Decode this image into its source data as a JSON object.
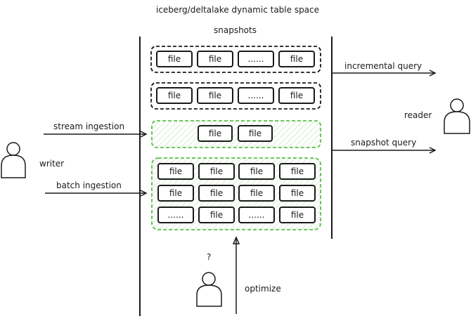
{
  "title": "iceberg/deltalake dynamic table space",
  "snapshots_label": "snapshots",
  "colors": {
    "stroke": "#1a1a1a",
    "accent_green": "#5cbf4a",
    "hatch_green": "#c8e8c0"
  },
  "snapshot_groups": [
    {
      "style": "dashed-black",
      "files": [
        "file",
        "file",
        "......",
        "file"
      ]
    },
    {
      "style": "dashed-black",
      "files": [
        "file",
        "file",
        "......",
        "file"
      ]
    },
    {
      "style": "dashed-green-hatched",
      "files": [
        "file",
        "file"
      ]
    },
    {
      "style": "dashed-green-hatched",
      "rows": [
        [
          "file",
          "file",
          "file",
          "file"
        ],
        [
          "file",
          "file",
          "file",
          "file"
        ],
        [
          "......",
          "file",
          "......",
          "file"
        ]
      ]
    }
  ],
  "arrows": {
    "stream_ingestion": "stream ingestion",
    "batch_ingestion": "batch ingestion",
    "incremental_query": "incremental query",
    "snapshot_query": "snapshot query",
    "optimize": "optimize"
  },
  "actors": {
    "writer": "writer",
    "reader": "reader",
    "unknown": "?"
  }
}
